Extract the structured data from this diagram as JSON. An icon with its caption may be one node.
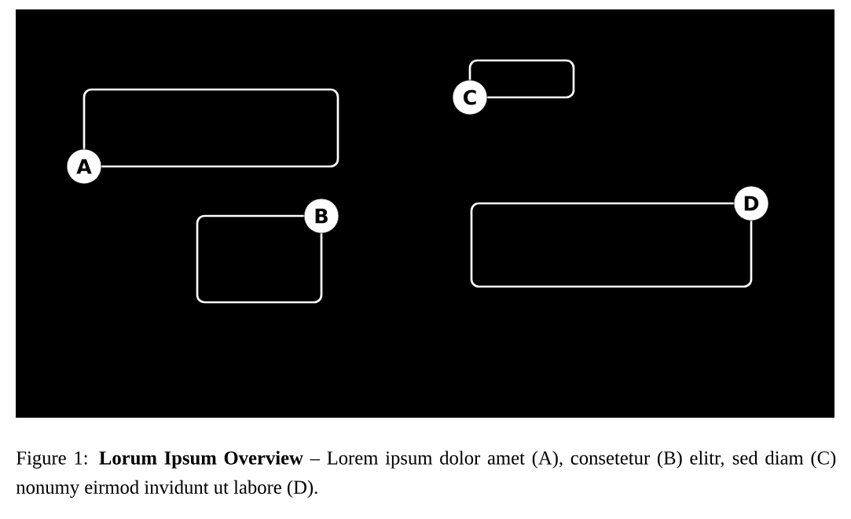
{
  "diagram": {
    "caption": "Figure 1: **Lorum Ipsum Overview** – Lorem ipsum dolor amet (A), consetetur (B) elitr, sed diam (C) nonumy eirmod invidunt ut labore (D).",
    "nodes": [
      {
        "text": [],
        "shape": "box"
      },
      {
        "text": [
          "A"
        ]
      },
      {
        "text": [],
        "shape": "box"
      },
      {
        "text": [
          "B"
        ]
      },
      {
        "text": [],
        "shape": "box"
      },
      {
        "text": [
          "C"
        ]
      },
      {
        "text": [],
        "shape": "box"
      },
      {
        "text": [
          "D"
        ]
      }
    ]
  }
}
